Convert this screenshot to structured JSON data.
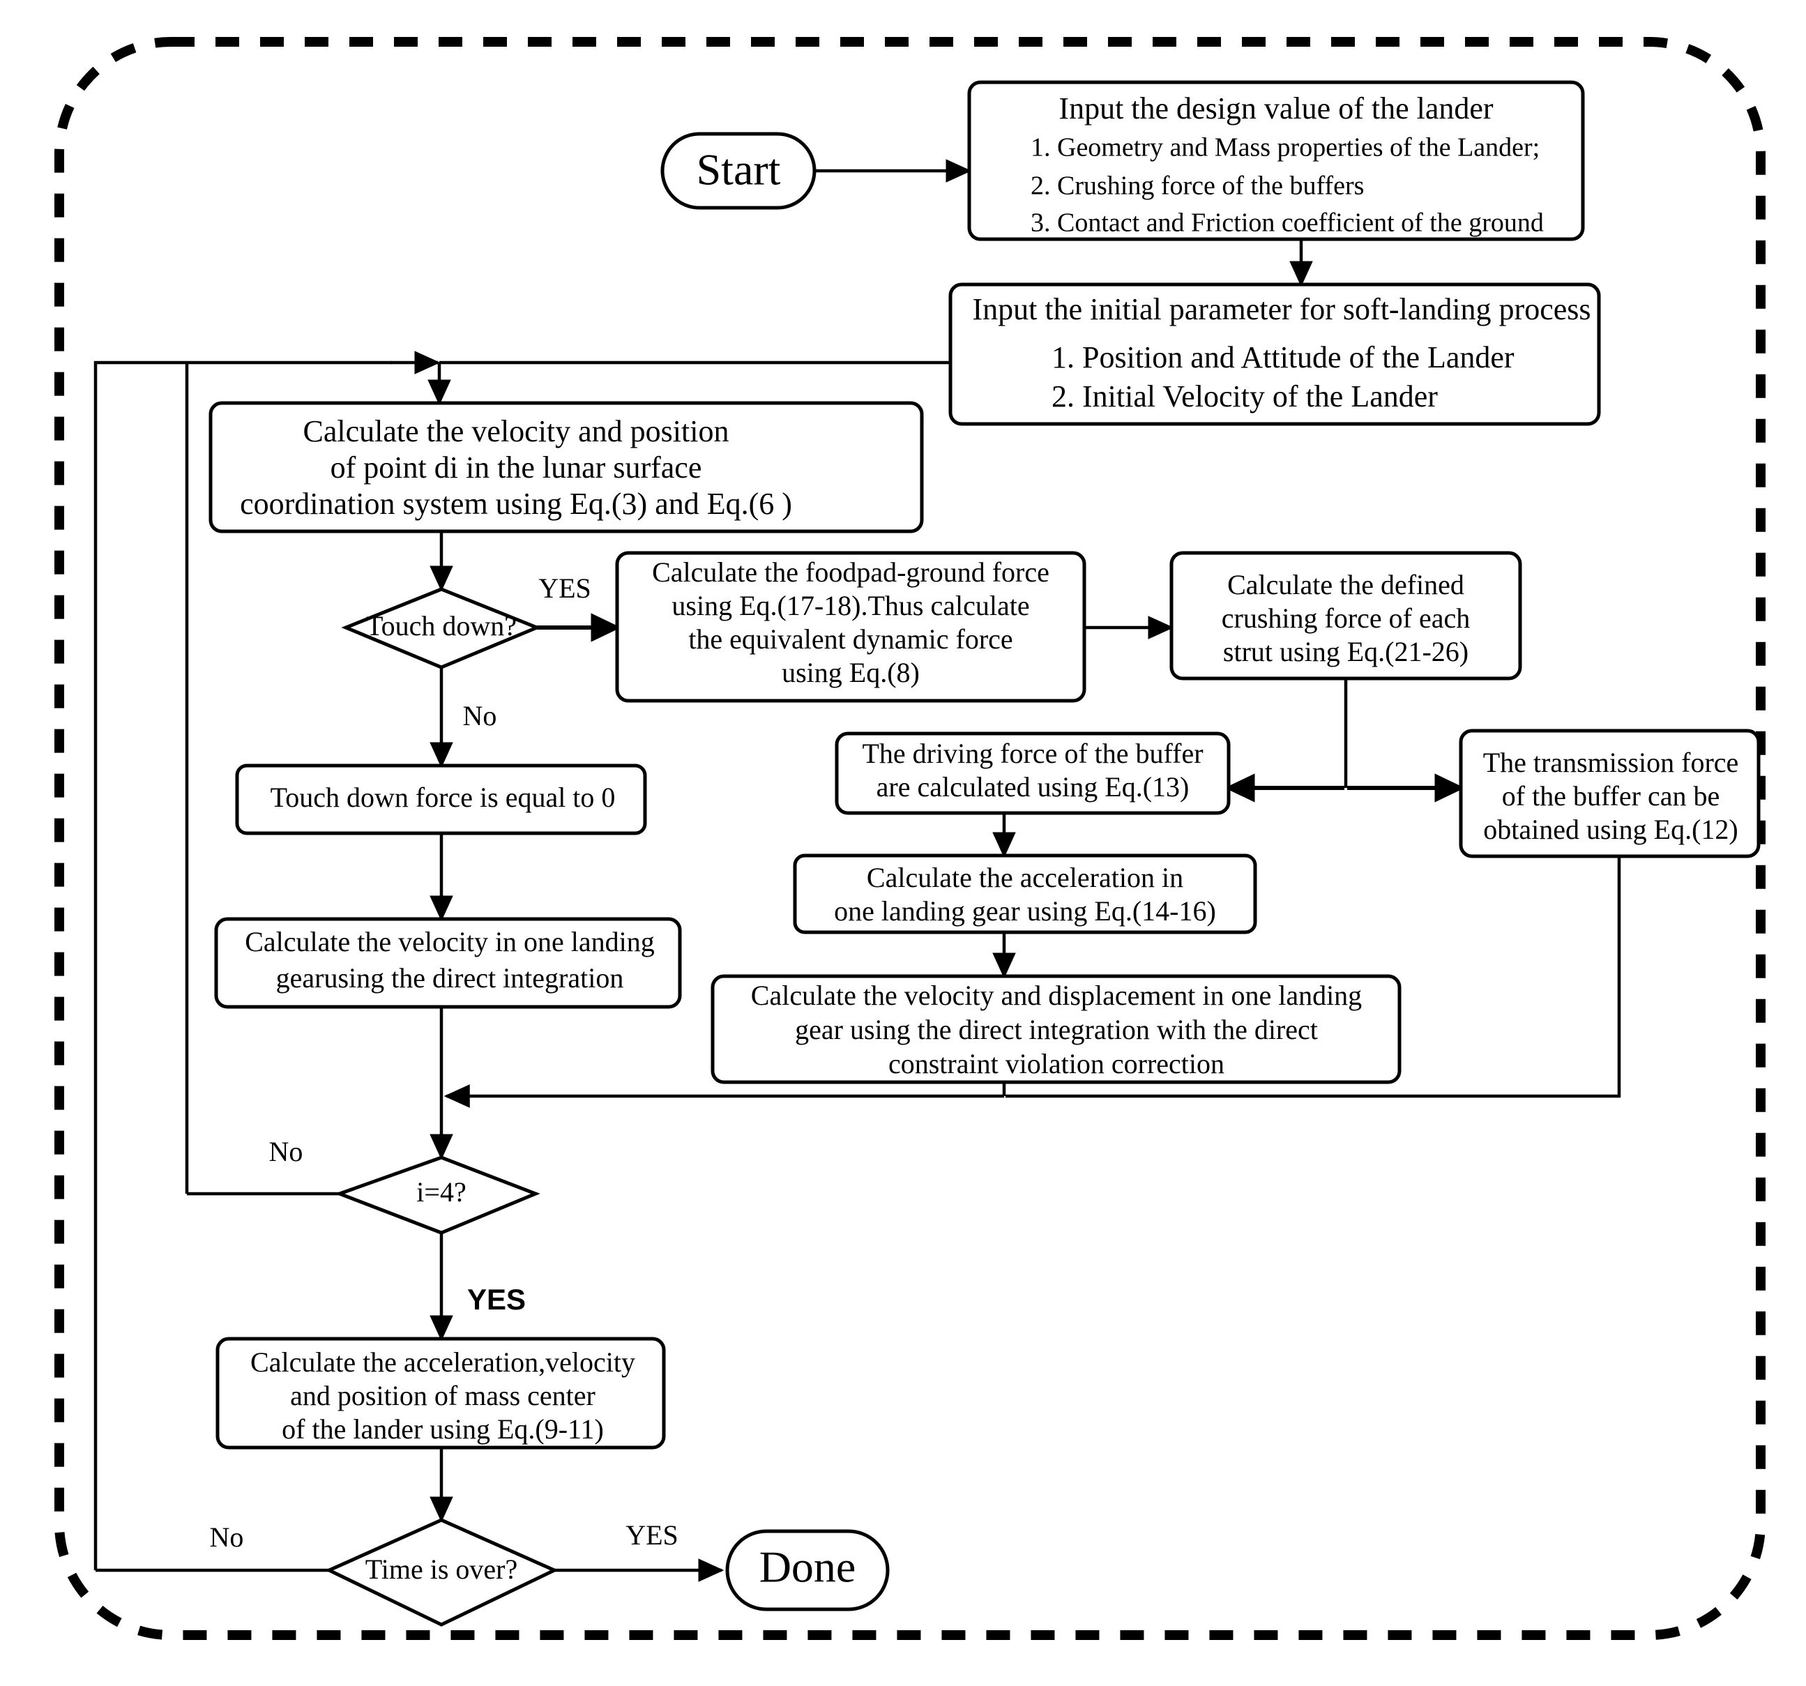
{
  "diagram": {
    "title": "Soft-landing dynamics simulation flowchart",
    "frame": {
      "style": "dashed-rounded-rectangle",
      "color": "#000000"
    }
  },
  "nodes": {
    "start": {
      "label": "Start",
      "shape": "terminator"
    },
    "done": {
      "label": "Done",
      "shape": "terminator"
    },
    "input_design": {
      "shape": "process",
      "heading": "Input the design value of the lander",
      "items": [
        "1. Geometry and Mass properties of the Lander;",
        "2. Crushing force of the buffers",
        "3. Contact and Friction coefficient of the ground"
      ]
    },
    "input_initial": {
      "shape": "process",
      "heading": "Input the initial parameter for soft-landing process",
      "items": [
        "1. Position and Attitude of the Lander",
        "2. Initial Velocity of the Lander"
      ]
    },
    "calc_vel_pos_di": {
      "shape": "process",
      "lines": [
        "Calculate the velocity and position",
        "of point di in the lunar surface",
        "coordination system using Eq.(3) and Eq.(6 )"
      ]
    },
    "touch_down_q": {
      "shape": "decision",
      "label": "Touch down?"
    },
    "calc_footpad_force": {
      "shape": "process",
      "lines": [
        "Calculate the foodpad-ground force",
        "using Eq.(17-18).Thus calculate",
        "the equivalent dynamic force",
        "using Eq.(8)"
      ]
    },
    "calc_crushing_force": {
      "shape": "process",
      "lines": [
        "Calculate the defined",
        "crushing force of each",
        "strut using Eq.(21-26)"
      ]
    },
    "driving_force": {
      "shape": "process",
      "lines": [
        "The driving force of the buffer",
        "are calculated using Eq.(13)"
      ]
    },
    "transmission_force": {
      "shape": "process",
      "lines": [
        "The transmission force",
        "of the buffer can be",
        "obtained using Eq.(12)"
      ]
    },
    "touch_down_force_zero": {
      "shape": "process",
      "lines": [
        "Touch down force is equal to 0"
      ]
    },
    "calc_velocity_gear": {
      "shape": "process",
      "lines": [
        "Calculate the velocity in one landing",
        "gearusing the direct integration"
      ]
    },
    "calc_accel_gear": {
      "shape": "process",
      "lines": [
        "Calculate the acceleration in",
        "one landing gear using Eq.(14-16)"
      ]
    },
    "calc_vel_disp_gear": {
      "shape": "process",
      "lines": [
        "Calculate the velocity and displacement in one landing",
        "gear using the direct integration with the direct",
        "constraint violation correction"
      ]
    },
    "i_equals_4_q": {
      "shape": "decision",
      "label": "i=4?"
    },
    "calc_mass_center": {
      "shape": "process",
      "lines": [
        "Calculate the acceleration,velocity",
        "and position of mass center",
        "of the lander using Eq.(9-11)"
      ]
    },
    "time_over_q": {
      "shape": "decision",
      "label": "Time is over?"
    }
  },
  "edge_labels": {
    "touch_down_yes": "YES",
    "touch_down_no": "No",
    "i4_no": "No",
    "i4_yes": "YES",
    "time_over_no": "No",
    "time_over_yes": "YES"
  }
}
